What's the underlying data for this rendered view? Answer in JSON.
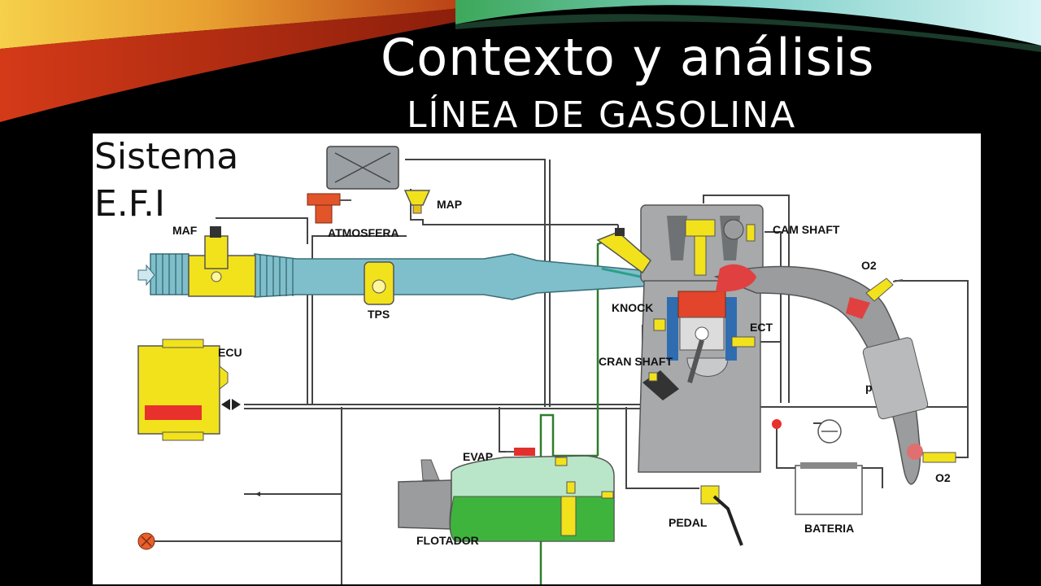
{
  "slide": {
    "title": "Contexto y análisis",
    "subtitle": "LÍNEA DE GASOLINA",
    "side_title_1": "Sistema",
    "side_title_2": "E.F.I"
  },
  "labels": {
    "maf": "MAF",
    "atmosfera": "ATMOSFERA",
    "map": "MAP",
    "cam_shaft": "CAM SHAFT",
    "o2_top": "O2",
    "tps": "TPS",
    "knock": "KNOCK",
    "ect": "ECT",
    "ecu": "ECU",
    "cran_shaft": "CRAN SHAFT",
    "p": "p",
    "evap": "EVAP",
    "o2_bottom": "O2",
    "flotador": "FLOTADOR",
    "pedal": "PEDAL",
    "bateria": "BATERIA"
  },
  "colors": {
    "intake": "#7fbfcc",
    "sensor": "#f2e21c",
    "ecu_warning": "#e8302c",
    "fuel": "#3fb43c",
    "fuel_light": "#b9e6c8",
    "engine": "#a7a9ab",
    "exhaust": "#9a9c9e",
    "hot": "#e04040",
    "wire": "#444444"
  }
}
